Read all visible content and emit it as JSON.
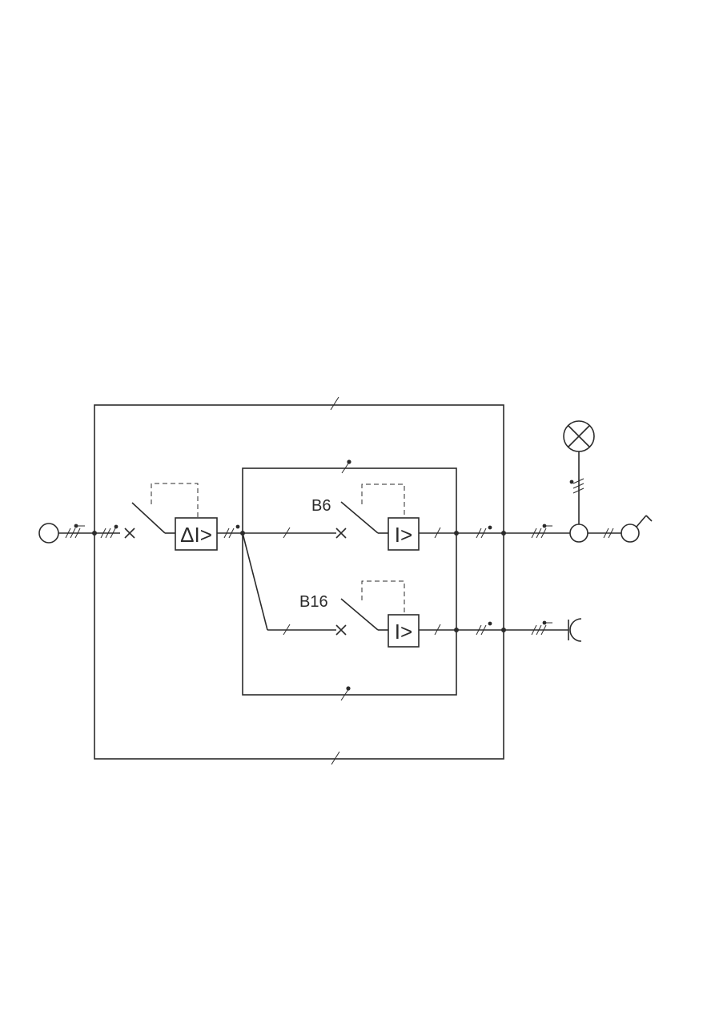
{
  "labels": {
    "rcd_symbol": "ΔI>",
    "mcb1_symbol": "I>",
    "mcb2_symbol": "I>",
    "mcb1_rating": "B6",
    "mcb2_rating": "B16"
  },
  "colors": {
    "line": "#2b2b2b",
    "background": "#ffffff"
  },
  "icons": {
    "lamp": "lamp-icon",
    "socket": "socket-outlet-icon",
    "switch": "light-switch-icon",
    "supply": "supply-terminal-icon"
  }
}
